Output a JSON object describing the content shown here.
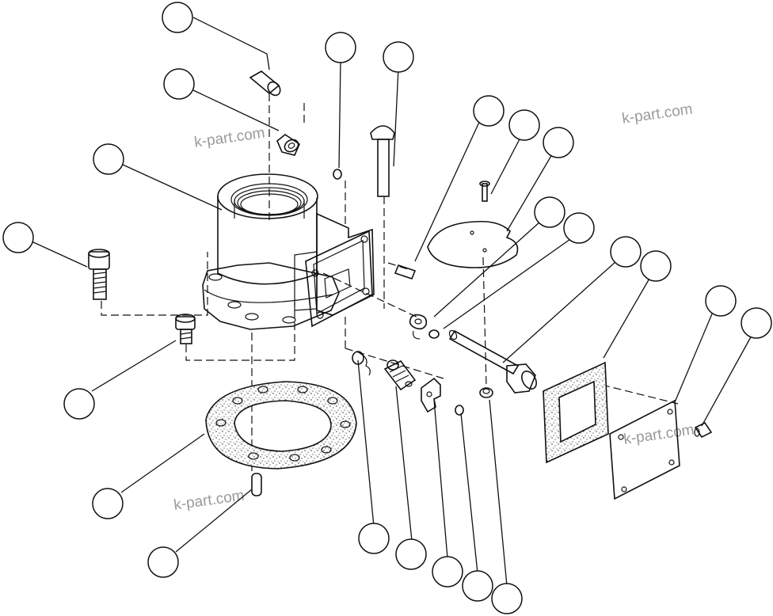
{
  "watermarks": [
    "k-part.com",
    "k-part.com",
    "k-part.com",
    "k-part.com"
  ],
  "callouts": [
    {
      "id": "c1"
    },
    {
      "id": "c2"
    },
    {
      "id": "c3"
    },
    {
      "id": "c4"
    },
    {
      "id": "c5"
    },
    {
      "id": "c6"
    },
    {
      "id": "c7"
    },
    {
      "id": "c8"
    },
    {
      "id": "c9"
    },
    {
      "id": "c10"
    },
    {
      "id": "c11"
    },
    {
      "id": "c12"
    },
    {
      "id": "c13"
    },
    {
      "id": "c14"
    },
    {
      "id": "c15"
    },
    {
      "id": "c16"
    },
    {
      "id": "c17"
    },
    {
      "id": "c18"
    },
    {
      "id": "c19"
    },
    {
      "id": "c20"
    },
    {
      "id": "c21"
    },
    {
      "id": "c22"
    },
    {
      "id": "c23"
    },
    {
      "id": "c24"
    }
  ],
  "colors": {
    "line": "#111111",
    "watermark": "#9a9a9a",
    "background": "#ffffff"
  }
}
